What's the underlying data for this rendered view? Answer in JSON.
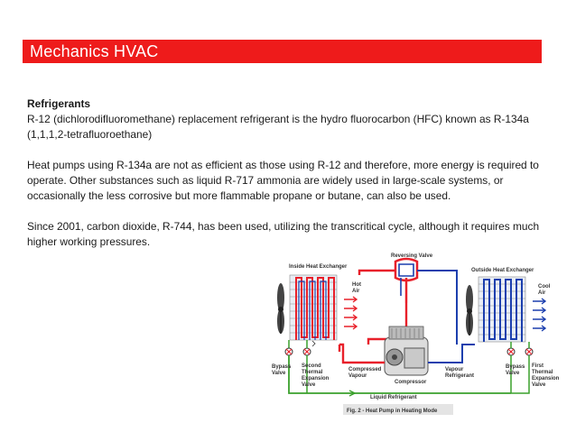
{
  "slide": {
    "title": "Mechanics HVAC",
    "accent_color": "#ee1b1b"
  },
  "content": {
    "heading": "Refrigerants",
    "paragraph_1": "R-12 (dichlorodifluoromethane) replacement refrigerant is the hydro fluorocarbon (HFC) known as R-134a (1,1,1,2-tetrafluoroethane)",
    "paragraph_2": "Heat pumps using R-134a are not as efficient as those using R-12 and therefore, more energy is required to operate. Other substances such as liquid R-717 ammonia are widely used in large-scale systems, or occasionally the less corrosive but more flammable propane or butane, can also be used.",
    "paragraph_3": "Since 2001, carbon dioxide, R-744, has been used, utilizing the transcritical cycle, although it requires much higher working pressures."
  },
  "figure": {
    "label_inside_hx": "Inside Heat Exchanger",
    "label_reversing_valve": "Reversing Valve",
    "label_outside_hx": "Outside Heat Exchanger",
    "label_hot_air_1": "Hot",
    "label_hot_air_2": "Air",
    "label_cool_air_1": "Cool",
    "label_cool_air_2": "Air",
    "label_bypass_left_1": "Bypass",
    "label_bypass_left_2": "Valve",
    "label_second_tev_1": "Second",
    "label_second_tev_2": "Thermal",
    "label_second_tev_3": "Expansion",
    "label_second_tev_4": "Valve",
    "label_compressed_1": "Compressed",
    "label_compressed_2": "Vapour",
    "label_compressor": "Compressor",
    "label_vapour_1": "Vapour",
    "label_vapour_2": "Refrigerant",
    "label_bypass_right_1": "Bypass",
    "label_bypass_right_2": "Valve",
    "label_first_tev_1": "First",
    "label_first_tev_2": "Thermal",
    "label_first_tev_3": "Expansion",
    "label_first_tev_4": "Valve",
    "label_liquid": "Liquid Refrigerant",
    "caption": "Fig. 2 - Heat Pump in Heating Mode",
    "color_hot_line": "#e8202a",
    "color_cold_line": "#1c3fae",
    "color_liquid_line": "#3aa02c"
  }
}
